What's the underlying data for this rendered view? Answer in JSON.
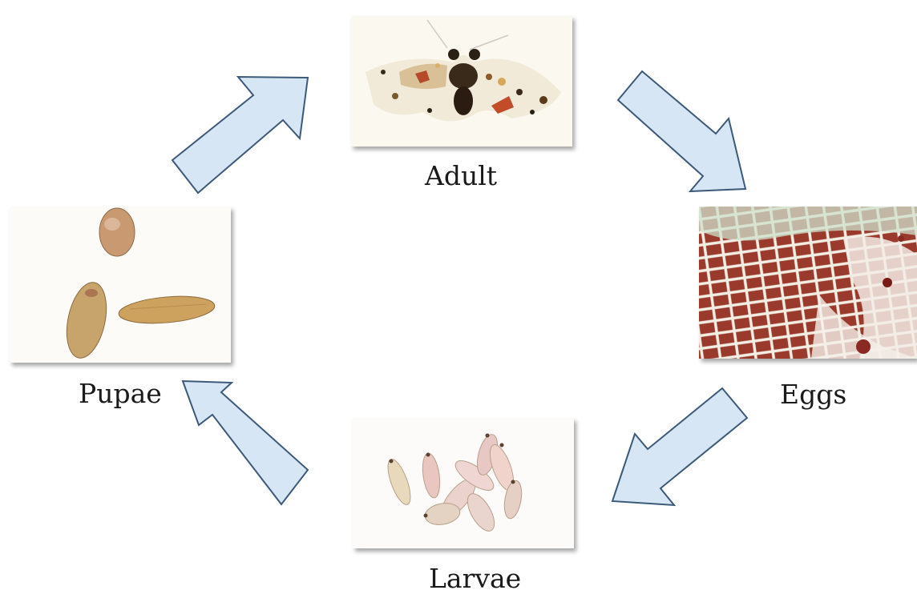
{
  "stages": {
    "adult": "Adult",
    "eggs": "Eggs",
    "larvae": "Larvae",
    "pupae": "Pupae"
  },
  "colors": {
    "arrow_fill": "#d7e6f5",
    "arrow_stroke": "#3c5a78"
  }
}
